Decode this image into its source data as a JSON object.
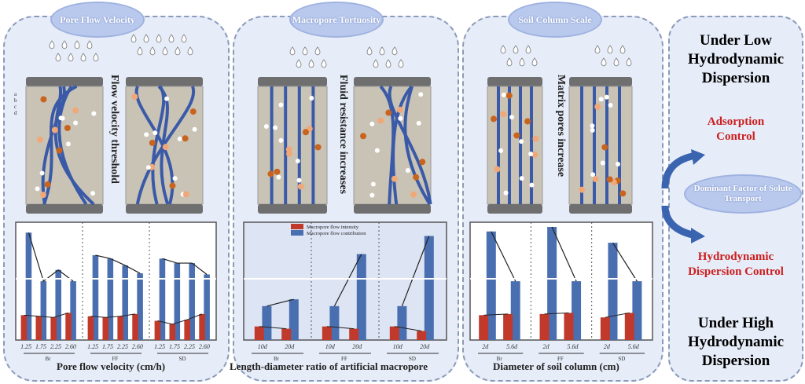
{
  "panels": [
    {
      "cloud": "Pore Flow Velocity",
      "vertical_label": "Flow velocity threshold",
      "xlabel": "Pore flow velocity (cm/h)",
      "pore_labels": [
        "a",
        "b",
        "c",
        "d"
      ]
    },
    {
      "cloud": "Macropore Tortuosity",
      "vertical_label": "Fluid resistance increases",
      "xlabel": "Length-diameter ratio of artificial macropore"
    },
    {
      "cloud": "Soil Column Scale",
      "vertical_label": "Matrix pores increase",
      "xlabel": "Diameter of soil column (cm)"
    }
  ],
  "right": {
    "top": "Under Low Hydrodynamic Dispersion",
    "adsorption": "Adsorption Control",
    "cloud": "Dominant Factor of Solute Transport",
    "hydro": "Hydrodynamic Dispersion Control",
    "bottom": "Under High Hydrodynamic Dispersion",
    "accent": "#cc1f1f",
    "arrow": "#3a64b0"
  },
  "chart_data": [
    {
      "type": "bar",
      "groups": [
        "Br",
        "FF",
        "SD"
      ],
      "ticks": [
        "1.25",
        "1.75",
        "2.25",
        "2.60"
      ],
      "series": [
        {
          "name": "Macropore flow contribution",
          "color": "#4a6fb0",
          "values": [
            [
              95,
              52,
              62,
              52
            ],
            [
              75,
              72,
              66,
              59
            ],
            [
              72,
              68,
              68,
              58
            ]
          ]
        },
        {
          "name": "Macropore flow intensity",
          "color": "#c0392b",
          "values": [
            [
              22,
              21,
              20,
              24
            ],
            [
              21,
              20,
              21,
              23
            ],
            [
              17,
              14,
              18,
              23
            ]
          ]
        }
      ]
    },
    {
      "type": "bar",
      "groups": [
        "Br",
        "FF",
        "SD"
      ],
      "ticks": [
        "10d",
        "20d"
      ],
      "legend": [
        "Macropore flow intensity",
        "Macropore flow contribution"
      ],
      "series": [
        {
          "name": "Macropore flow contribution",
          "color": "#4a6fb0",
          "values": [
            [
              30,
              36
            ],
            [
              30,
              76
            ],
            [
              30,
              92
            ]
          ]
        },
        {
          "name": "Macropore flow intensity",
          "color": "#c0392b",
          "values": [
            [
              12,
              10
            ],
            [
              12,
              10
            ],
            [
              12,
              8
            ]
          ]
        }
      ]
    },
    {
      "type": "bar",
      "groups": [
        "Br",
        "FF",
        "SD"
      ],
      "ticks": [
        "2d",
        "5.6d"
      ],
      "series": [
        {
          "name": "Macropore flow contribution",
          "color": "#4a6fb0",
          "values": [
            [
              96,
              52
            ],
            [
              100,
              52
            ],
            [
              86,
              52
            ]
          ]
        },
        {
          "name": "Macropore flow intensity",
          "color": "#c0392b",
          "values": [
            [
              22,
              23
            ],
            [
              23,
              24
            ],
            [
              20,
              24
            ]
          ]
        }
      ]
    }
  ]
}
